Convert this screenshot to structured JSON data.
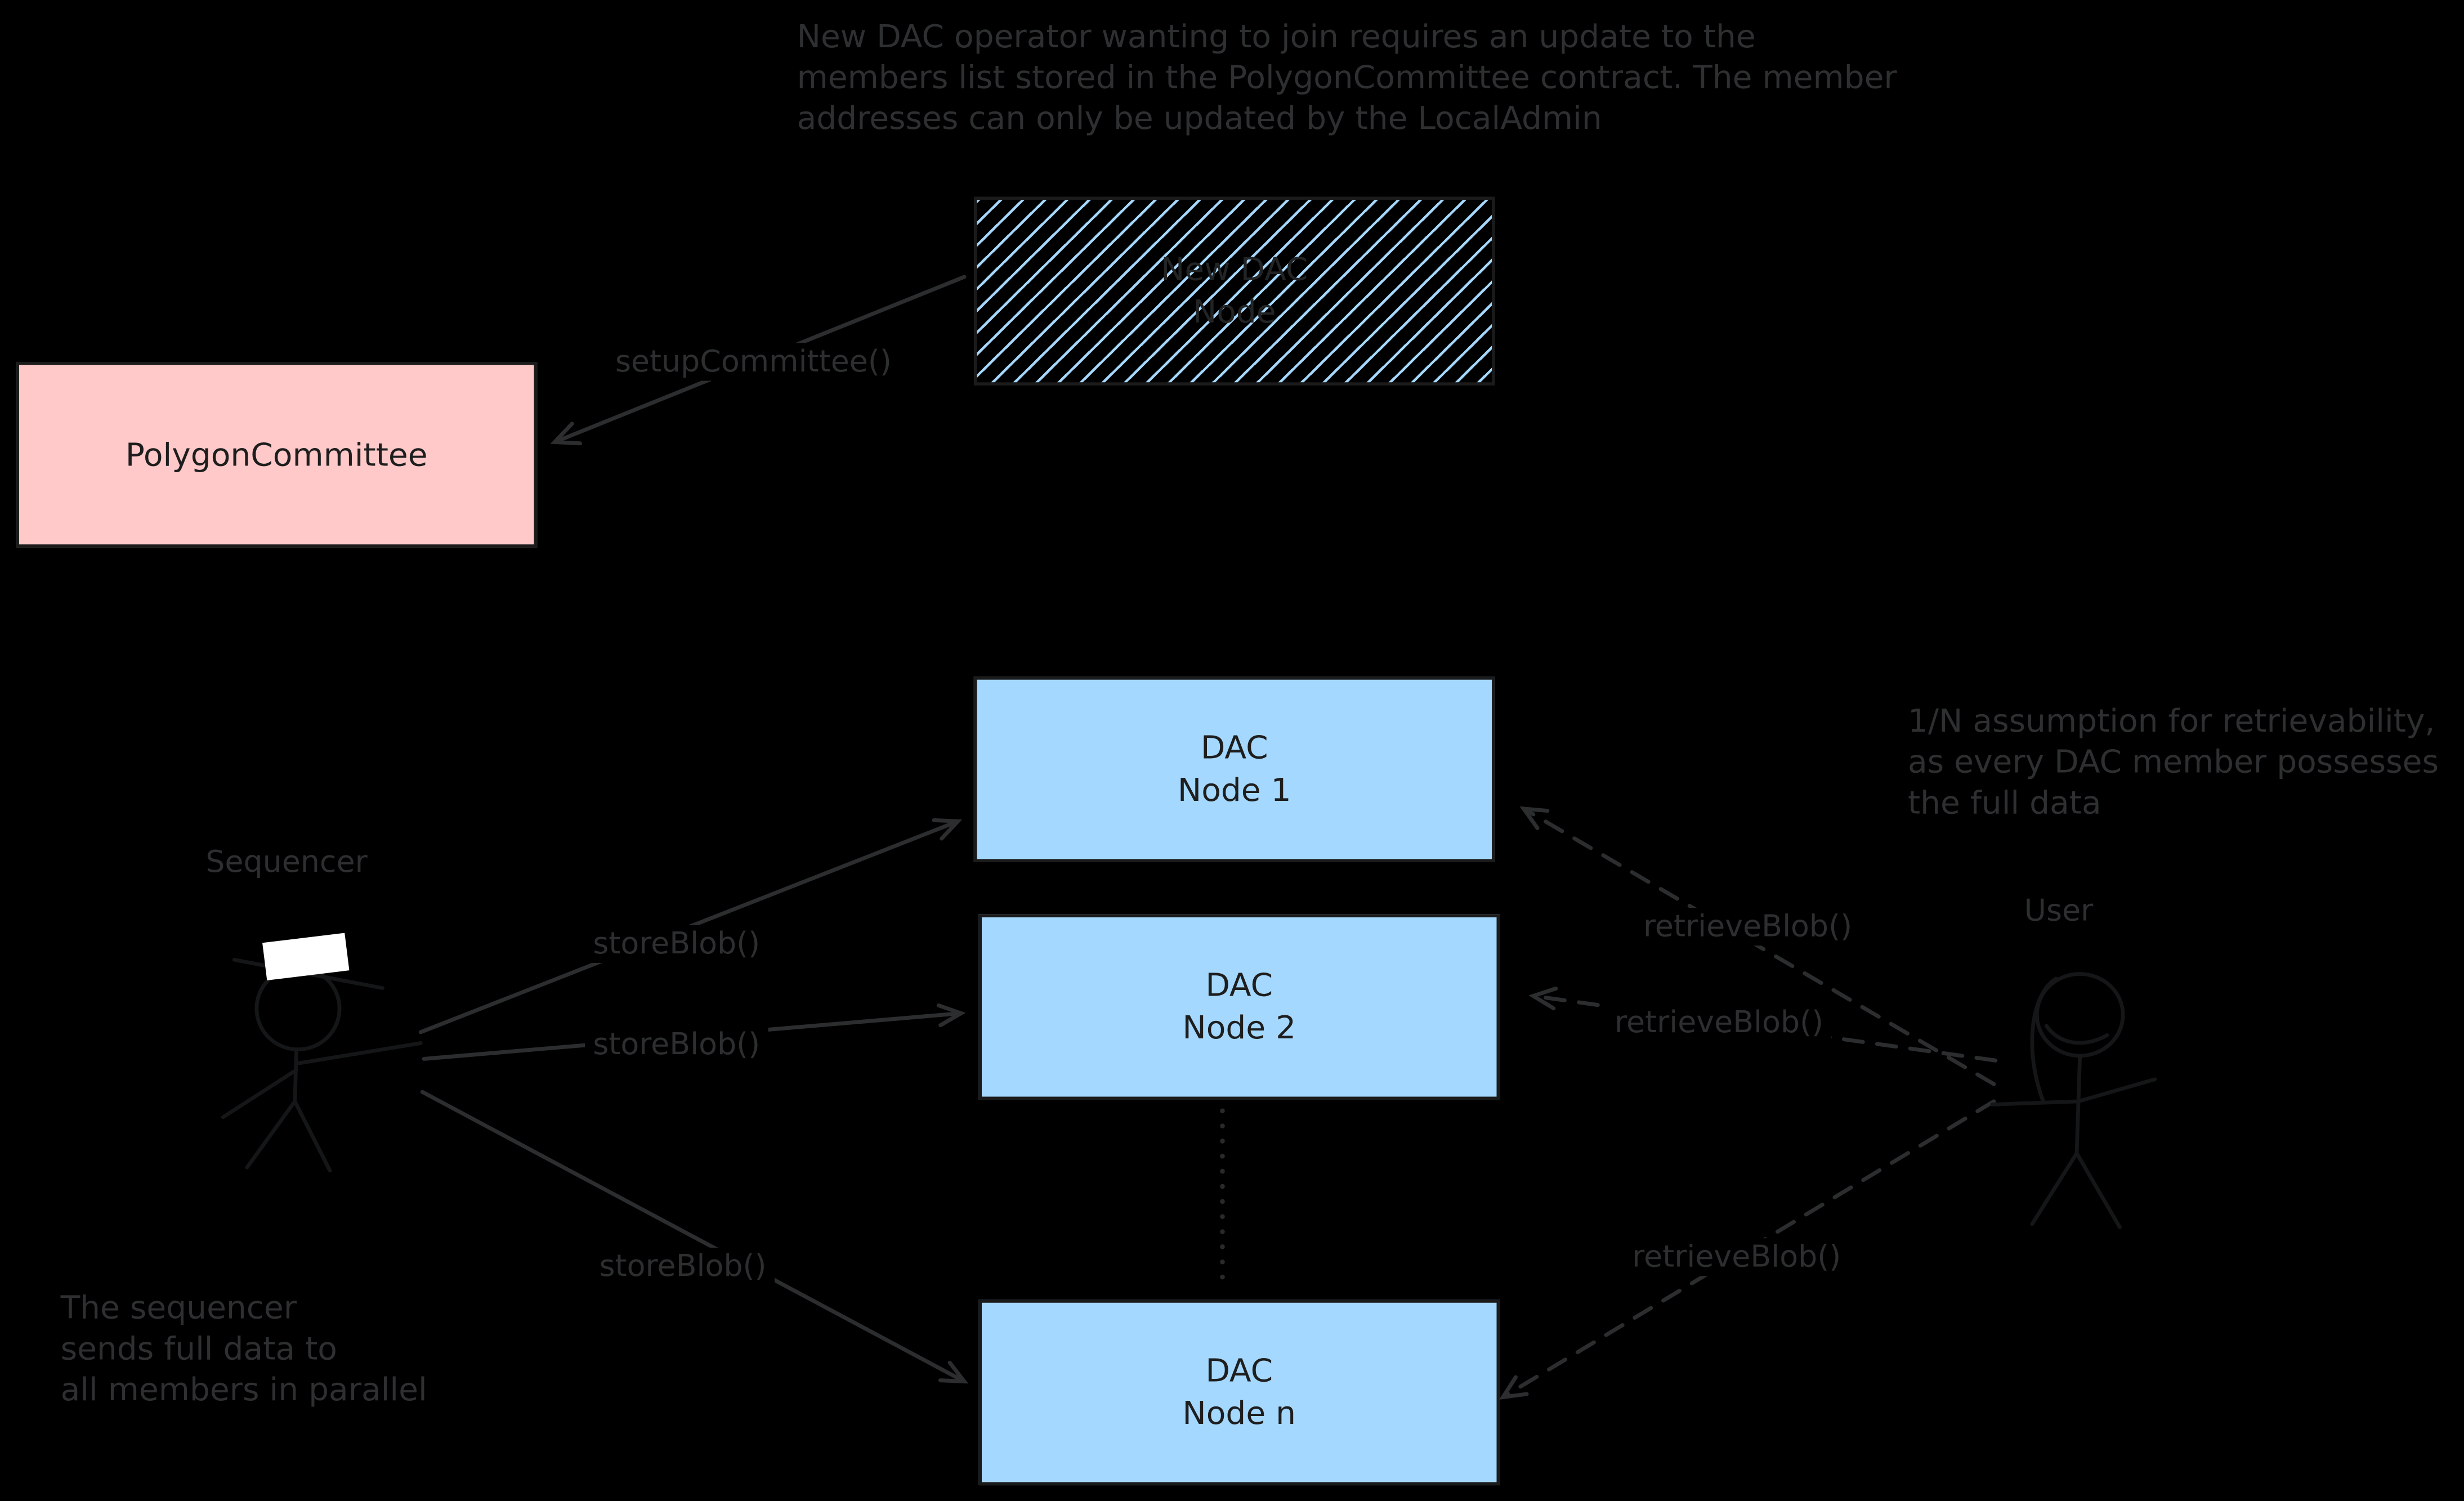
{
  "colors": {
    "background": "#000000",
    "box_pink": "#ffc9c9",
    "box_blue": "#a5d8ff",
    "box_stroke": "#1b1b1b",
    "box_text": "#1e1e1e",
    "annotation_gray": "#2d2f30",
    "arrow_gray": "#2b2d2e",
    "figure_faint": "#151617",
    "hat_white": "#ffffff"
  },
  "notes": {
    "admin_note": {
      "line1": "New DAC operator wanting to join requires an update to the",
      "line2": "members list stored in the PolygonCommittee contract. The member",
      "line3": "addresses can only be updated by the LocalAdmin"
    },
    "retrievability_note": {
      "line1": "1/N assumption for retrievability,",
      "line2": "as every DAC member possesses",
      "line3": "the full data"
    },
    "parallel_note": {
      "line1": "The sequencer",
      "line2": "sends full data to",
      "line3": "all members in parallel"
    }
  },
  "actors": {
    "sequencer": {
      "label": "Sequencer"
    },
    "user": {
      "label": "User"
    }
  },
  "boxes": {
    "new_dac_node": {
      "line1": "New DAC",
      "line2": "Node"
    },
    "polygon_committee": {
      "label": "PolygonCommittee"
    },
    "dac_node_1": {
      "line1": "DAC",
      "line2": "Node 1"
    },
    "dac_node_2": {
      "line1": "DAC",
      "line2": "Node 2"
    },
    "dac_node_n": {
      "line1": "DAC",
      "line2": "Node n"
    }
  },
  "edges": {
    "setup_committee": {
      "label": "setupCommittee()"
    },
    "store_blob_1": {
      "label": "storeBlob()"
    },
    "store_blob_2": {
      "label": "storeBlob()"
    },
    "store_blob_3": {
      "label": "storeBlob()"
    },
    "retrieve_blob_1": {
      "label": "retrieveBlob()"
    },
    "retrieve_blob_2": {
      "label": "retrieveBlob()"
    },
    "retrieve_blob_3": {
      "label": "retrieveBlob()"
    }
  }
}
